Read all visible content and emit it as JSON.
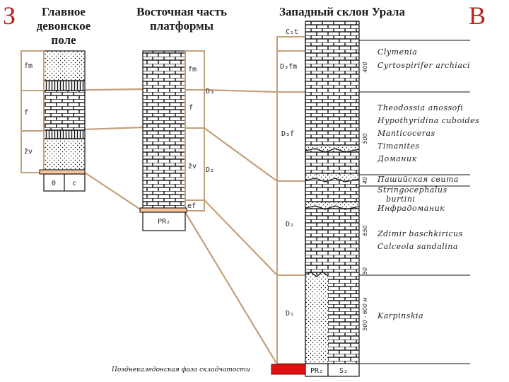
{
  "letters": {
    "west": "З",
    "east": "В"
  },
  "headers": {
    "col1": [
      "Главное",
      "девонское",
      "поле"
    ],
    "col2": [
      "Восточная часть",
      "платформы"
    ],
    "col3": "Западный склон Урала"
  },
  "col1": {
    "labels": {
      "fm": "fm",
      "f": "f",
      "zv": "žv"
    },
    "base": {
      "o": "0",
      "c": "c"
    }
  },
  "col2": {
    "labels": {
      "fm": "fm",
      "f": "f",
      "zv": "žv",
      "ef": "ef"
    },
    "ages": {
      "d3": "D₃",
      "d2": "D₂"
    },
    "base": "PR₂"
  },
  "col3": {
    "ages": {
      "c1t": "C₁t",
      "d3fm": "D₃fm",
      "d3f": "D₃f",
      "d2": "D₂",
      "d1": "D₁"
    },
    "thickness": [
      "400",
      "500",
      "40",
      "650",
      "50",
      "500 - 600  м"
    ],
    "fossils": [
      "Clymenia",
      "Cyrtospirifer archiaci",
      "Theodossia anossofi",
      "Hypothyridina cuboides",
      "Manticoceras",
      "Timanites",
      "Доманик",
      "Пашийская свита",
      "Stringocephalus",
      "burtini",
      "Инфрадоманик",
      "Zdimir baschkiricus",
      "Calceola sandalina",
      "Karpinskia"
    ],
    "base": {
      "pr2": "PR₂",
      "s2": "S₂"
    }
  },
  "caption": "Позднекаледонская фаза складчатости",
  "colors": {
    "correlation_lines": "#c4a07a",
    "base_bar": "#f6c39a",
    "fold_bar": "#e01010",
    "title_letters": "#b3261e"
  }
}
